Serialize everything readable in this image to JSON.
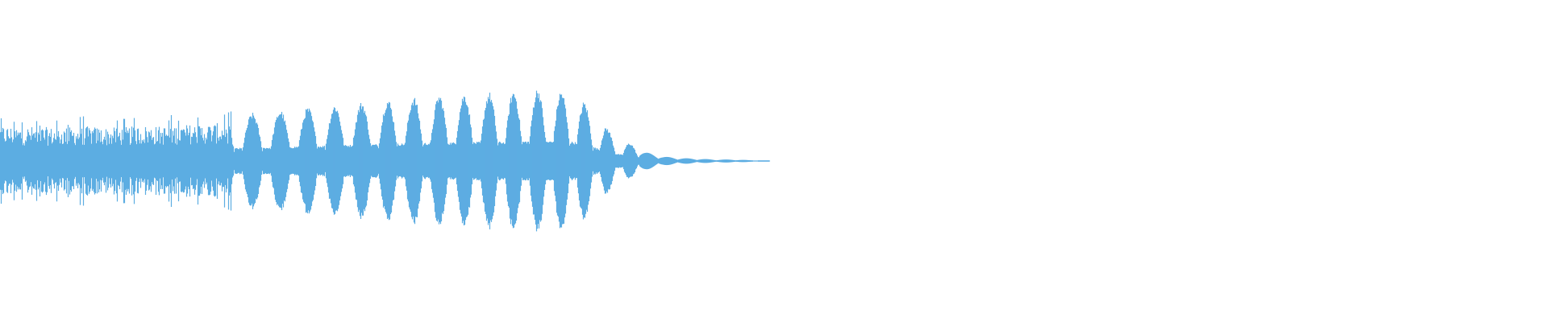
{
  "waveform": {
    "color": "#5dade2",
    "background": "#ffffff",
    "amplitude_envelope": [
      0.48,
      0.46,
      0.47,
      0.45,
      0.46,
      0.47,
      0.45,
      0.46,
      0.48,
      0.47,
      0.49,
      0.5,
      0.51,
      0.52,
      0.54,
      0.56,
      0.58,
      0.6,
      0.62,
      0.64,
      0.66,
      0.68,
      0.7,
      0.72,
      0.74,
      0.75,
      0.76,
      0.77,
      0.78,
      0.8,
      0.82,
      0.8,
      0.78,
      0.6,
      0.35,
      0.22,
      0.12,
      0.06,
      0.04,
      0.03,
      0.02,
      0.02,
      0.01,
      0.0
    ]
  }
}
